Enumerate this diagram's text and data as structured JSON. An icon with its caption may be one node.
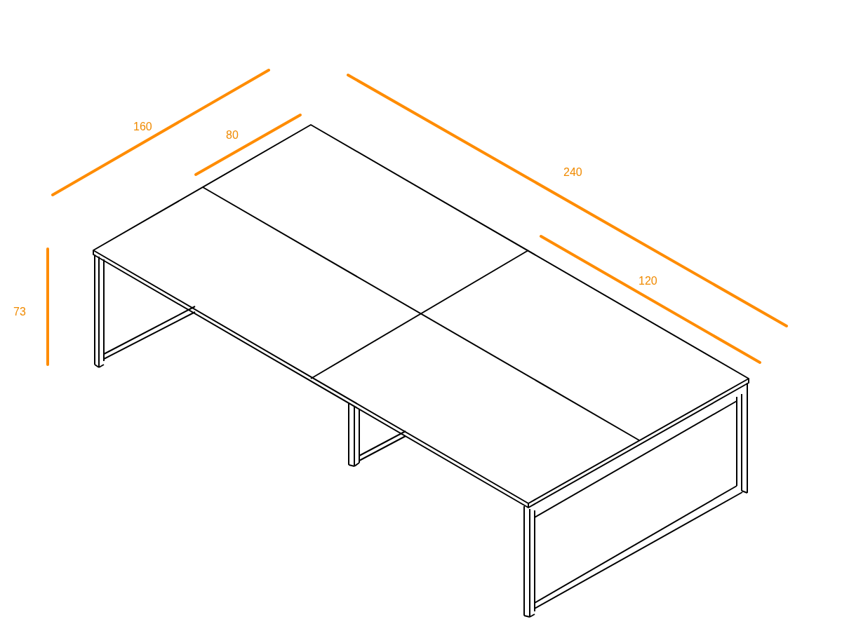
{
  "diagram": {
    "labels": [
      "160",
      "80",
      "240",
      "120",
      "73"
    ]
  }
}
